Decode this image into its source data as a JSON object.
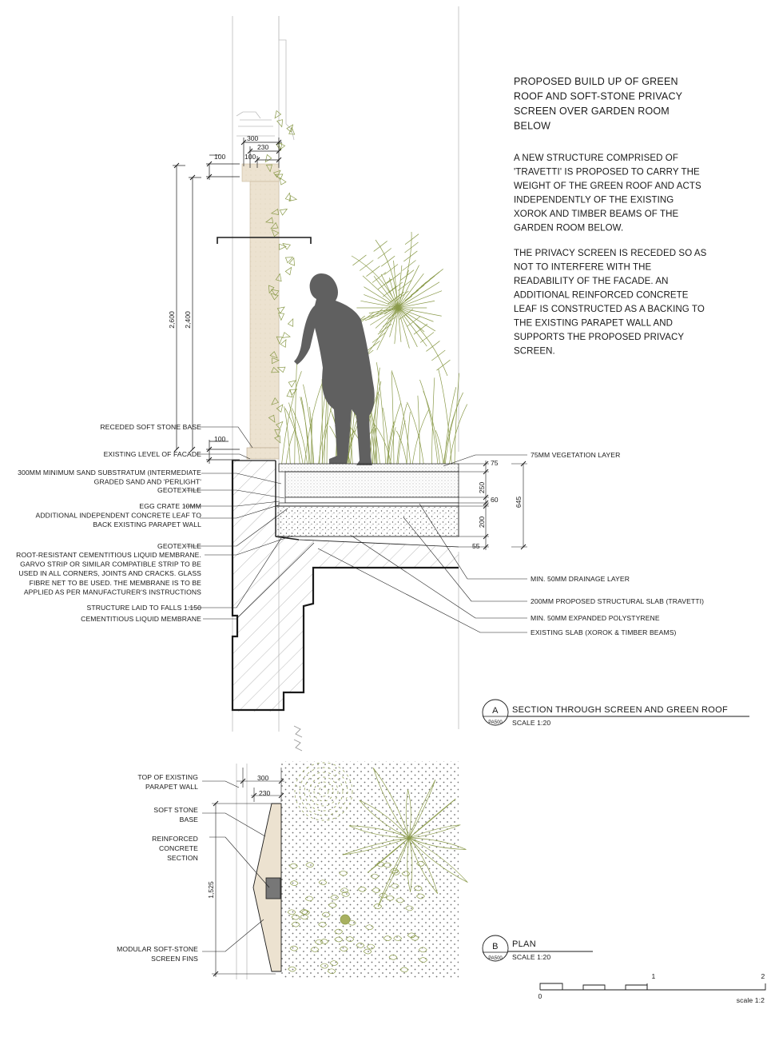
{
  "heading": {
    "lines": [
      "PROPOSED BUILD UP OF GREEN",
      "ROOF AND SOFT-STONE PRIVACY",
      "SCREEN OVER GARDEN ROOM",
      "BELOW"
    ]
  },
  "description": {
    "paragraph1": [
      "A NEW STRUCTURE COMPRISED OF",
      "'TRAVETTI' IS PROPOSED TO CARRY THE",
      "WEIGHT OF THE GREEN ROOF AND ACTS",
      "INDEPENDENTLY OF THE EXISTING",
      "XOROK AND TIMBER BEAMS OF THE",
      "GARDEN ROOM BELOW."
    ],
    "paragraph2": [
      "THE PRIVACY SCREEN IS RECEDED SO AS",
      "NOT TO INTERFERE WITH THE",
      "READABILITY OF THE FACADE. AN",
      "ADDITIONAL REINFORCED CONCRETE",
      "LEAF IS CONSTRUCTED AS A BACKING TO",
      "THE EXISTING PARAPET WALL AND",
      "SUPPORTS THE PROPOSED PRIVACY",
      "SCREEN."
    ]
  },
  "section": {
    "dims_top": [
      "300",
      "230",
      "100"
    ],
    "dim_100_top": "100",
    "dim_2600": "2,600",
    "dim_2400": "2,400",
    "dim_100_base": "100",
    "left_labels": [
      [
        "RECEDED SOFT STONE BASE"
      ],
      [
        "EXISTING LEVEL OF FACADE"
      ],
      [
        "300MM MINIMUM SAND SUBSTRATUM (INTERMEDIATE",
        "GRADED SAND AND 'PERLIGHT'"
      ],
      [
        "GEOTEXTILE"
      ],
      [
        "EGG CRATE 10MM",
        "ADDITIONAL INDEPENDENT CONCRETE LEAF TO",
        "BACK EXISTING PARAPET WALL"
      ],
      [
        "GEOTEXTILE"
      ],
      [
        "ROOT-RESISTANT CEMENTITIOUS LIQUID MEMBRANE.",
        "GARVO STRIP OR SIMILAR COMPATIBLE STRIP TO BE",
        "USED IN ALL CORNERS, JOINTS AND CRACKS. GLASS",
        "FIBRE NET TO BE USED. THE MEMBRANE IS TO BE",
        "APPLIED AS PER MANUFACTURER'S INSTRUCTIONS"
      ],
      [
        "STRUCTURE LAID TO FALLS 1:150"
      ],
      [
        "CEMENTITIOUS LIQUID MEMBRANE"
      ]
    ],
    "right_labels": [
      "75MM VEGETATION LAYER",
      "MIN. 50MM DRAINAGE LAYER",
      "200MM PROPOSED STRUCTURAL SLAB (TRAVETTI)",
      "MIN. 50MM EXPANDED POLYSTYRENE",
      "EXISTING SLAB (XOROK & TIMBER BEAMS)"
    ],
    "right_dims": [
      "75",
      "250",
      "60",
      "645",
      "200",
      "55"
    ],
    "title_letter": "A",
    "title_sheet": "PA500",
    "title_text": "SECTION THROUGH SCREEN AND GREEN ROOF",
    "title_scale": "SCALE 1:20"
  },
  "plan": {
    "labels": [
      [
        "TOP OF EXISTING",
        "PARAPET WALL"
      ],
      [
        "SOFT STONE",
        "BASE"
      ],
      [
        "REINFORCED",
        "CONCRETE",
        "SECTION"
      ],
      [
        "MODULAR SOFT-STONE",
        "SCREEN FINS"
      ]
    ],
    "dims": [
      "300",
      "230"
    ],
    "dim_1525": "1,525",
    "title_letter": "B",
    "title_sheet": "PA500",
    "title_text": "PLAN",
    "title_scale": "SCALE 1:20"
  },
  "scalebar": {
    "ticks": [
      "0",
      "1",
      "2"
    ],
    "caption": "scale 1:2"
  },
  "colors": {
    "line": "#1a1a1a",
    "light_line": "#9a9a9a",
    "foliage": "#8a9a4a",
    "stone": "#e8dcc8",
    "figure": "#606060"
  }
}
